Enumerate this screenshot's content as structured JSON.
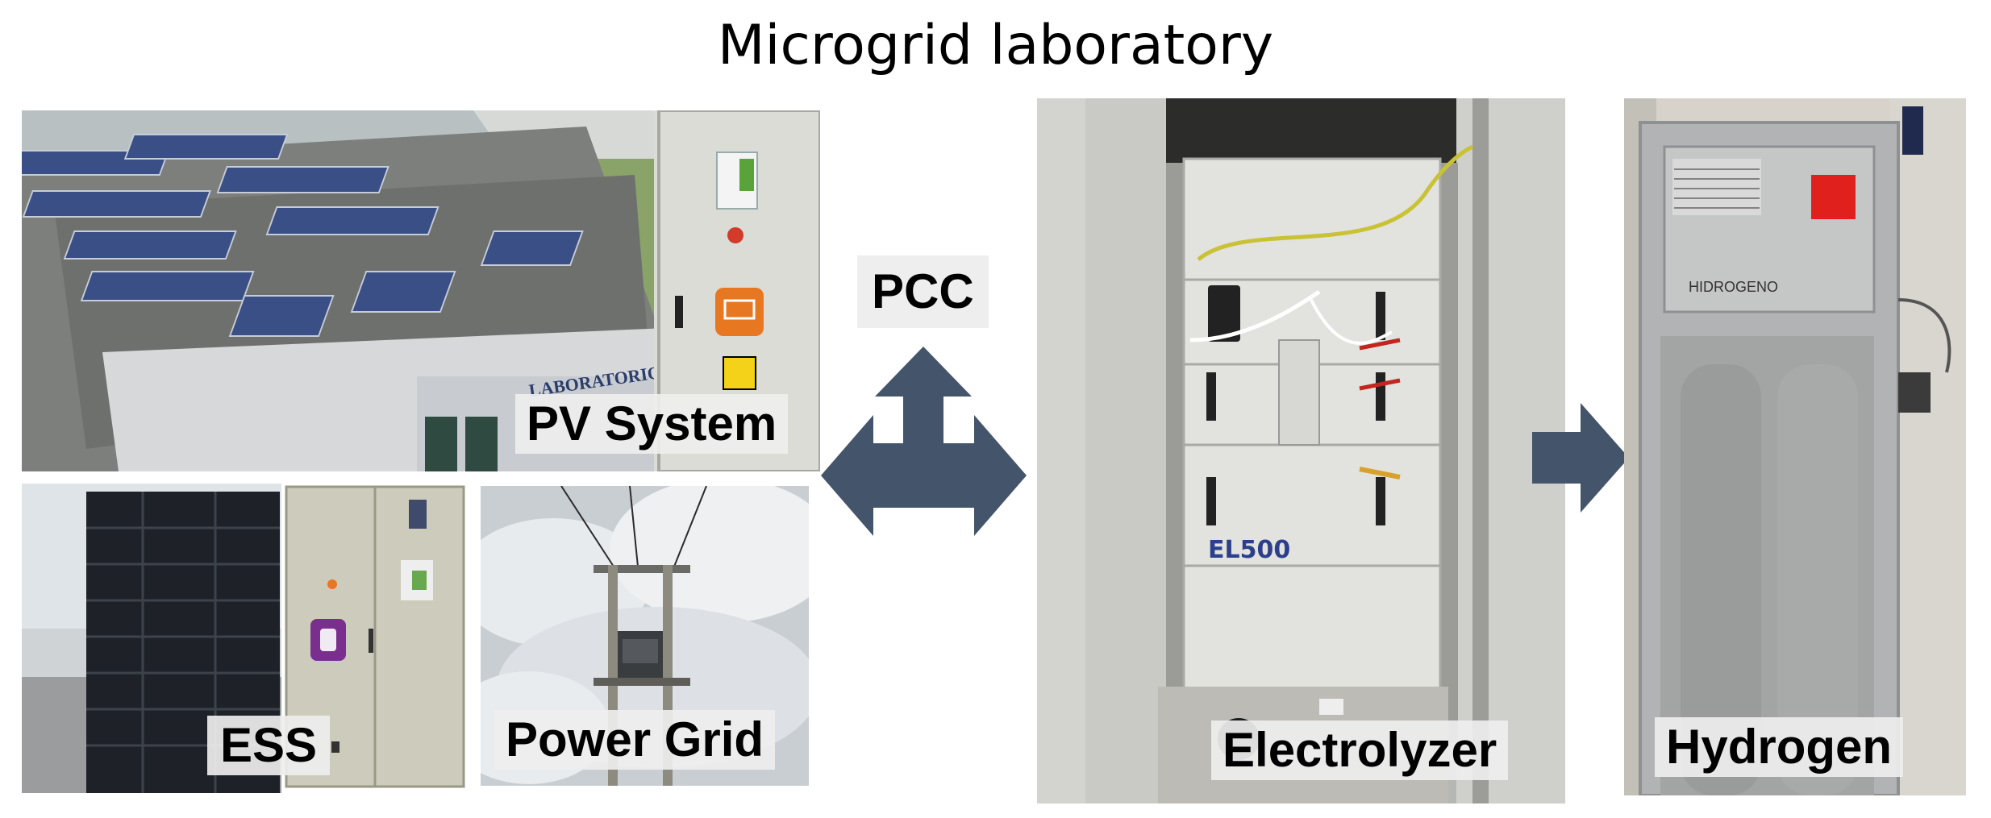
{
  "title": "Microgrid laboratory",
  "labels": {
    "pv_system": "PV System",
    "ess": "ESS",
    "power_grid": "Power Grid",
    "pcc": "PCC",
    "electrolyzer": "Electrolyzer",
    "hydrogen": "Hydrogen"
  },
  "photo_text": {
    "building_sign": "LABORATORIO MICRO-RI",
    "electrolyzer_model": "EL500",
    "hydrogen_tank": "HIDROGENO"
  },
  "colors": {
    "arrow": "#44546a",
    "label_bg": "#eeeeee",
    "red_sticker": "#e0201c",
    "inverter_orange": "#e87722",
    "ess_purple": "#7a2f8f"
  }
}
